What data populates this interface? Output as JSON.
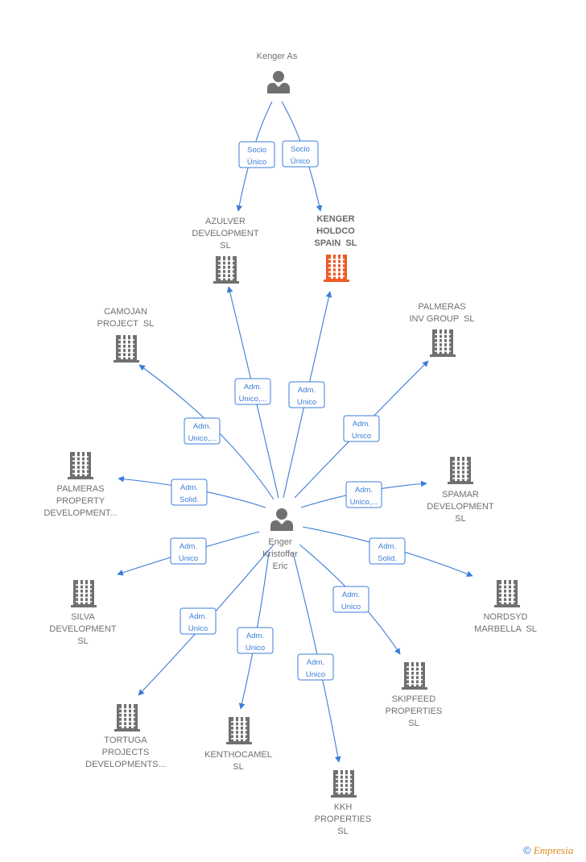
{
  "colors": {
    "edge": "#3b7dd8",
    "node": "#707070",
    "highlight": "#f15a24"
  },
  "nodes": [
    {
      "id": "kenger_as",
      "type": "person",
      "lines": [
        "Kenger As"
      ]
    },
    {
      "id": "azulver",
      "type": "company",
      "lines": [
        "AZULVER",
        "DEVELOPMENT",
        "SL"
      ]
    },
    {
      "id": "kenger_holdco",
      "type": "company",
      "highlight": true,
      "lines": [
        "KENGER",
        "HOLDCO",
        "SPAIN  SL"
      ]
    },
    {
      "id": "camojan",
      "type": "company",
      "lines": [
        "CAMOJAN",
        "PROJECT  SL"
      ]
    },
    {
      "id": "palmeras_inv",
      "type": "company",
      "lines": [
        "PALMERAS",
        "INV GROUP  SL"
      ]
    },
    {
      "id": "palmeras_prop",
      "type": "company",
      "lines": [
        "PALMERAS",
        "PROPERTY",
        "DEVELOPMENT..."
      ]
    },
    {
      "id": "spamar",
      "type": "company",
      "lines": [
        "SPAMAR",
        "DEVELOPMENT",
        "SL"
      ]
    },
    {
      "id": "enger",
      "type": "person",
      "lines": [
        "Enger",
        "Kristoffer",
        "Eric"
      ]
    },
    {
      "id": "silva",
      "type": "company",
      "lines": [
        "SILVA",
        "DEVELOPMENT",
        "SL"
      ]
    },
    {
      "id": "nordsyd",
      "type": "company",
      "lines": [
        "NORDSYD",
        "MARBELLA  SL"
      ]
    },
    {
      "id": "skipfeed",
      "type": "company",
      "lines": [
        "SKIPFEED",
        "PROPERTIES",
        "SL"
      ]
    },
    {
      "id": "tortuga",
      "type": "company",
      "lines": [
        "TORTUGA",
        "PROJECTS",
        "DEVELOPMENTS..."
      ]
    },
    {
      "id": "kenthocamel",
      "type": "company",
      "lines": [
        "KENTHOCAMEL",
        "SL"
      ]
    },
    {
      "id": "kkh",
      "type": "company",
      "lines": [
        "KKH",
        "PROPERTIES",
        "SL"
      ]
    }
  ],
  "edges": [
    {
      "from": "kenger_as",
      "to": "azulver",
      "label": [
        "Socio",
        "Único"
      ]
    },
    {
      "from": "kenger_as",
      "to": "kenger_holdco",
      "label": [
        "Socio",
        "Único"
      ]
    },
    {
      "from": "enger",
      "to": "azulver",
      "label": [
        "Adm.",
        "Unico,..."
      ]
    },
    {
      "from": "enger",
      "to": "kenger_holdco",
      "label": [
        "Adm.",
        "Unico"
      ]
    },
    {
      "from": "enger",
      "to": "camojan",
      "label": [
        "Adm.",
        "Unico,..."
      ]
    },
    {
      "from": "enger",
      "to": "palmeras_inv",
      "label": [
        "Adm.",
        "Unico"
      ]
    },
    {
      "from": "enger",
      "to": "palmeras_prop",
      "label": [
        "Adm.",
        "Solid."
      ]
    },
    {
      "from": "enger",
      "to": "spamar",
      "label": [
        "Adm.",
        "Unico,..."
      ]
    },
    {
      "from": "enger",
      "to": "silva",
      "label": [
        "Adm.",
        "Unico"
      ]
    },
    {
      "from": "enger",
      "to": "nordsyd",
      "label": [
        "Adm.",
        "Solid."
      ]
    },
    {
      "from": "enger",
      "to": "skipfeed",
      "label": [
        "Adm.",
        "Unico"
      ]
    },
    {
      "from": "enger",
      "to": "tortuga",
      "label": [
        "Adm.",
        "Unico"
      ]
    },
    {
      "from": "enger",
      "to": "kenthocamel",
      "label": [
        "Adm.",
        "Unico"
      ]
    },
    {
      "from": "enger",
      "to": "kkh",
      "label": [
        "Adm.",
        "Unico"
      ]
    }
  ],
  "footer": {
    "copyright_symbol": "©",
    "brand": "Empresia"
  }
}
